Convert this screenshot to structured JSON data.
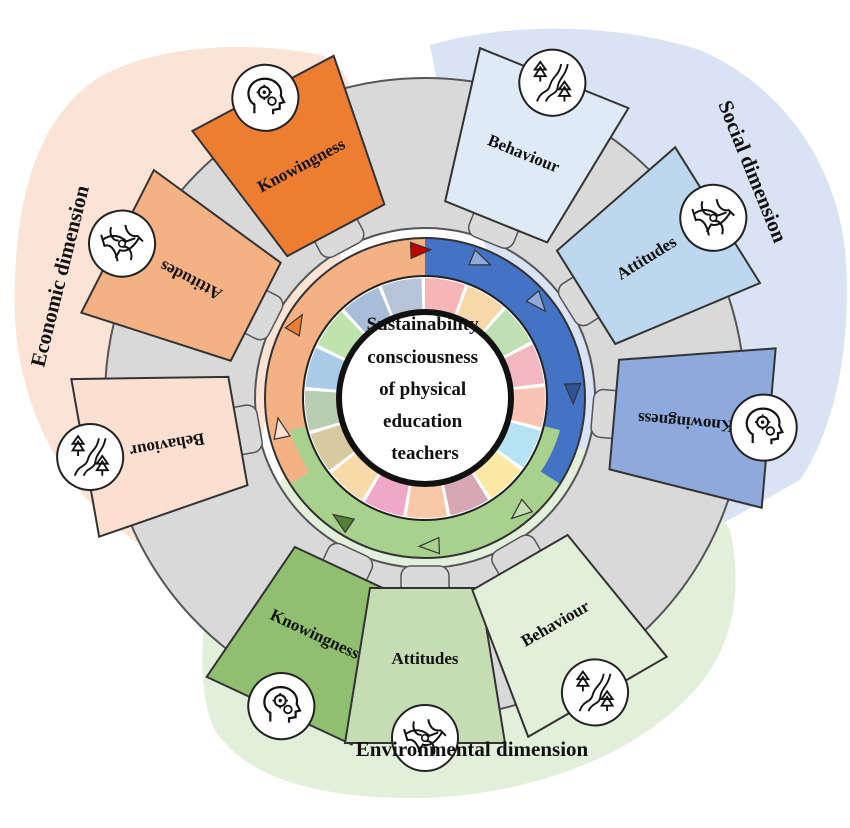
{
  "center": {
    "lines": [
      "Sustainability",
      "consciousness",
      "of physical",
      "education",
      "teachers"
    ]
  },
  "dimensions": {
    "economic": "Economic dimension",
    "social": "Social dimension",
    "environmental": "Environmental dimension"
  },
  "petals": [
    {
      "id": "eco-knowingness",
      "label": "Knowingness",
      "icon": "head-gears-icon",
      "color": "#ED7D31"
    },
    {
      "id": "eco-attitudes",
      "label": "Attitudes",
      "icon": "joined-hands-icon",
      "color": "#F4B183"
    },
    {
      "id": "eco-behaviour",
      "label": "Behaviour",
      "icon": "road-trees-icon",
      "color": "#FBE0D1"
    },
    {
      "id": "env-knowingness",
      "label": "Knowingness",
      "icon": "head-gears-icon",
      "color": "#8FBF6F"
    },
    {
      "id": "env-attitudes",
      "label": "Attitudes",
      "icon": "joined-hands-icon",
      "color": "#C6DDB4"
    },
    {
      "id": "env-behaviour",
      "label": "Behaviour",
      "icon": "road-trees-icon",
      "color": "#E2EFD9"
    },
    {
      "id": "soc-knowingness",
      "label": "Knowingness",
      "icon": "head-gears-icon",
      "color": "#8EA9DB"
    },
    {
      "id": "soc-attitudes",
      "label": "Attitudes",
      "icon": "joined-hands-icon",
      "color": "#BDD7EE"
    },
    {
      "id": "soc-behaviour",
      "label": "Behaviour",
      "icon": "road-trees-icon",
      "color": "#DEEBF7"
    }
  ],
  "colors": {
    "economic_bg": "#FBE3D6",
    "social_bg": "#DAE3F3",
    "environmental_bg": "#E2EFDA",
    "ring_gray": "#D9D9D9",
    "ring_blue": "#4472C4",
    "ring_green": "#A9D18E",
    "ring_orange": "#F4B183"
  }
}
